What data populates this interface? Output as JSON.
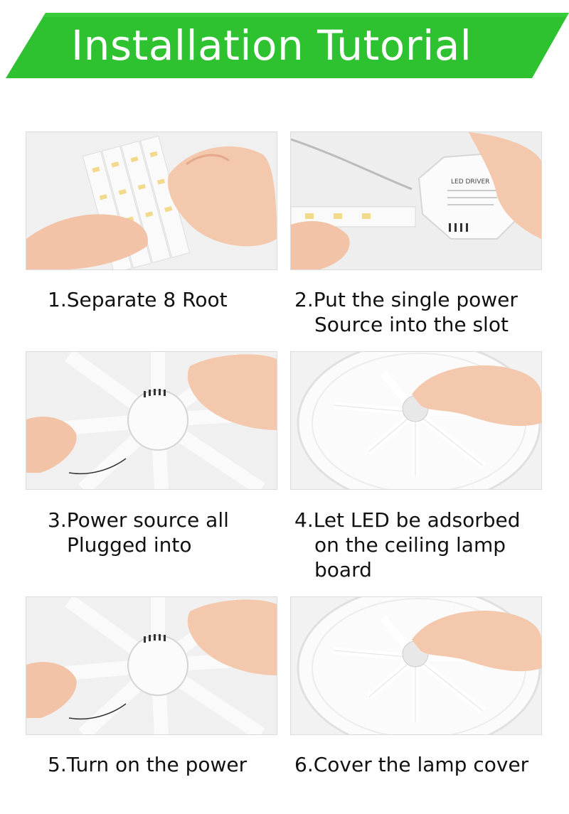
{
  "header": {
    "title": "Installation Tutorial",
    "color": "#2ec230"
  },
  "steps": [
    {
      "lines": [
        "1.Separate 8 Root"
      ],
      "image": "hands-separating-led-strips"
    },
    {
      "lines": [
        "2.Put the single power",
        "Source into the slot"
      ],
      "image": "hands-inserting-strip-into-led-driver"
    },
    {
      "lines": [
        "3.Power source all",
        "Plugged into"
      ],
      "image": "led-driver-with-strips-plugged"
    },
    {
      "lines": [
        "4.Let LED be adsorbed",
        "on the ceiling lamp",
        "board"
      ],
      "image": "led-module-on-ceiling-lamp-board"
    },
    {
      "lines": [
        "5.Turn on the power"
      ],
      "image": "led-driver-with-strips-plugged"
    },
    {
      "lines": [
        "6.Cover the lamp cover"
      ],
      "image": "hand-covering-lamp"
    }
  ],
  "driver_label": {
    "line1": "LED DRIVER"
  }
}
